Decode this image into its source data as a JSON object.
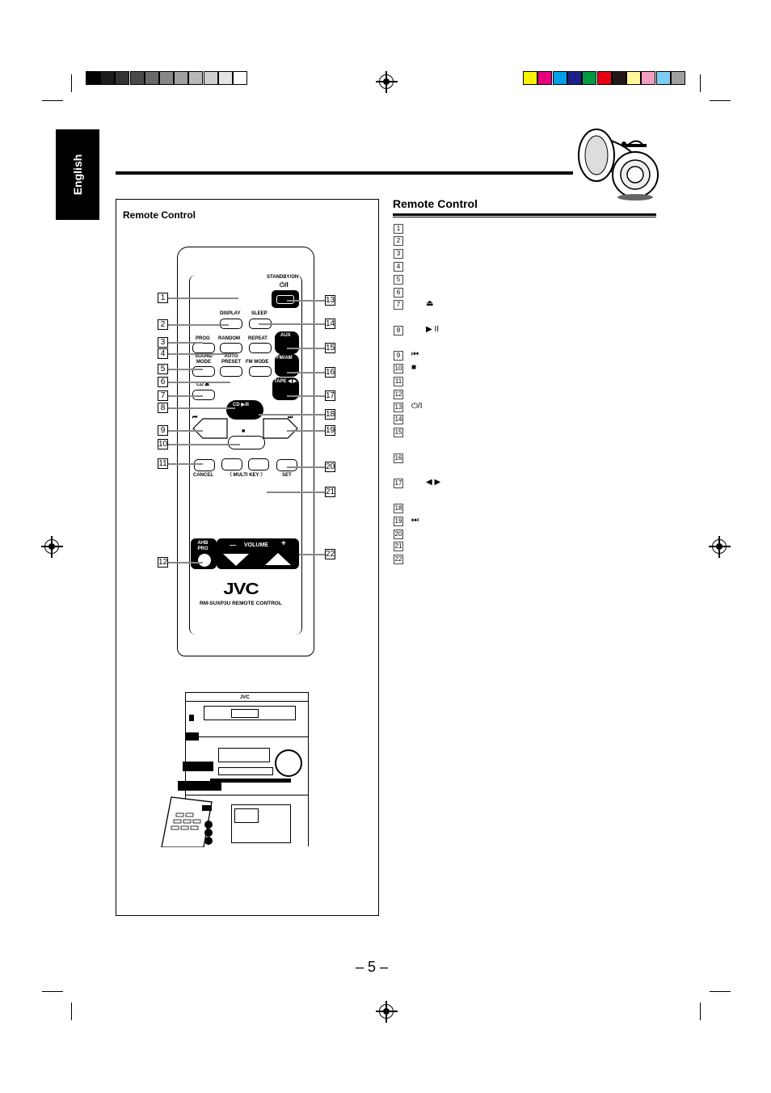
{
  "sidebar": {
    "language": "English"
  },
  "swatches": {
    "gray": [
      "#000000",
      "#1c1c1c",
      "#333333",
      "#4a4a4a",
      "#6a6a6a",
      "#888888",
      "#a0a0a0",
      "#b8b8b8",
      "#cfcfcf",
      "#e4e4e4",
      "#ffffff"
    ],
    "color": [
      "#fff200",
      "#e6007e",
      "#00a0e9",
      "#1d2088",
      "#009944",
      "#e60012",
      "#231815",
      "#fff799",
      "#f19ec2",
      "#7ecef4",
      "#9fa0a0"
    ]
  },
  "illustration": {
    "title": "Remote Control"
  },
  "remote": {
    "labels": {
      "standby": "STANDBY/ON",
      "standby_sym": "⏻/I",
      "display": "DISPLAY",
      "sleep": "SLEEP",
      "prog": "PROG",
      "random": "RANDOM",
      "repeat": "REPEAT",
      "aux": "AUX",
      "sound_mode": "SOUND MODE",
      "auto_preset": "AUTO PRESET",
      "fm_mode": "FM MODE",
      "fm_am": "FM/AM",
      "cd_eject": "CD ⏏",
      "tape": "TAPE ◀ ▶",
      "cd_play": "CD ▶/II",
      "prev": "⏮",
      "next": "⏭",
      "stop": "■",
      "cancel": "CANCEL",
      "set": "SET",
      "multi_key": "〈 MULTI KEY 〉",
      "ahb_pro": "AHB PRO",
      "volume": "VOLUME",
      "vol_minus": "—",
      "vol_plus": "+",
      "brand": "JVC",
      "model": "RM-SUXP3U REMOTE CONTROL"
    },
    "callouts_left": [
      "1",
      "2",
      "3",
      "4",
      "5",
      "6",
      "7",
      "8",
      "9",
      "10",
      "11",
      "12"
    ],
    "callouts_right": [
      "13",
      "14",
      "15",
      "16",
      "17",
      "18",
      "19",
      "20",
      "21",
      "22"
    ]
  },
  "unit": {
    "brand": "JVC"
  },
  "section": {
    "title": "Remote Control"
  },
  "list": [
    {
      "n": "1",
      "sym": ""
    },
    {
      "n": "2",
      "sym": ""
    },
    {
      "n": "3",
      "sym": ""
    },
    {
      "n": "4",
      "sym": ""
    },
    {
      "n": "5",
      "sym": ""
    },
    {
      "n": "6",
      "sym": ""
    },
    {
      "n": "7",
      "sym": "⏏"
    },
    {
      "n": "8",
      "sym": "▶ II"
    },
    {
      "n": "9",
      "sym": "⏮"
    },
    {
      "n": "10",
      "sym": "■"
    },
    {
      "n": "11",
      "sym": ""
    },
    {
      "n": "12",
      "sym": ""
    },
    {
      "n": "13",
      "sym": "⏻/I"
    },
    {
      "n": "14",
      "sym": ""
    },
    {
      "n": "15",
      "sym": ""
    },
    {
      "n": "16",
      "sym": ""
    },
    {
      "n": "17",
      "sym": "◀ ▶"
    },
    {
      "n": "18",
      "sym": ""
    },
    {
      "n": "19",
      "sym": "⏭"
    },
    {
      "n": "20",
      "sym": ""
    },
    {
      "n": "21",
      "sym": ""
    },
    {
      "n": "22",
      "sym": ""
    }
  ],
  "page": {
    "number": "– 5 –"
  }
}
